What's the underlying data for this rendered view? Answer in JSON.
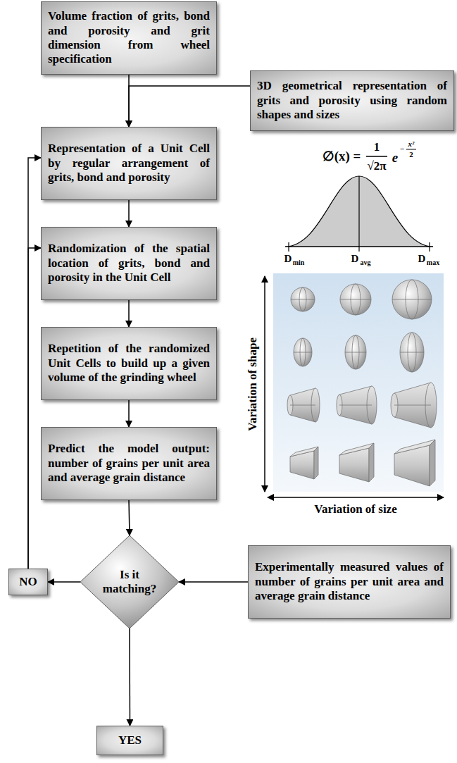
{
  "diagram": {
    "nodes": [
      {
        "text": [
          "Volume fraction of grits, bond and porosity and grit dimension from wheel specification"
        ]
      },
      {
        "text": [
          "3D geometrical representation of grits and porosity using random shapes and sizes"
        ]
      },
      {
        "text": [
          "Representation of a Unit Cell by regular arrangement of grits, bond and porosity"
        ]
      },
      {
        "text": [
          "Randomization of the spatial location of grits, bond and porosity in the Unit Cell"
        ]
      },
      {
        "text": [
          "Repetition of the randomized Unit Cells to build up a given volume of the grinding wheel"
        ]
      },
      {
        "text": [
          "Predict the model output: number of grains per unit area and average grain distance"
        ]
      },
      {
        "text": [
          "Is it matching?"
        ]
      },
      {
        "text": [
          "Experimentally measured values of number of grains per unit area and average grain distance"
        ]
      },
      {
        "text": [
          "NO"
        ]
      },
      {
        "text": [
          "YES"
        ]
      }
    ],
    "edges": [
      {
        "from": 0,
        "to": 2,
        "arrow": "to"
      },
      {
        "from": 1,
        "to": 2,
        "arrow": "to"
      },
      {
        "from": 2,
        "to": 3,
        "arrow": "to"
      },
      {
        "from": 3,
        "to": 4,
        "arrow": "to"
      },
      {
        "from": 4,
        "to": 5,
        "arrow": "to"
      },
      {
        "from": 5,
        "to": 6,
        "arrow": "to"
      },
      {
        "from": 7,
        "to": 6,
        "arrow": "to"
      },
      {
        "from": 6,
        "to": 8,
        "arrow": "to"
      },
      {
        "from": 6,
        "to": 9,
        "arrow": "to"
      },
      {
        "from": 8,
        "to": 2,
        "arrow": "to"
      },
      {
        "from": 8,
        "to": 3,
        "arrow": "to"
      }
    ],
    "labels": [
      "∅(x) =",
      "1",
      "√2π",
      "e",
      "−",
      "x²",
      "2",
      "D",
      "min",
      "D",
      "avg",
      "D",
      "max",
      "Variation of shape",
      "Variation of size"
    ]
  }
}
